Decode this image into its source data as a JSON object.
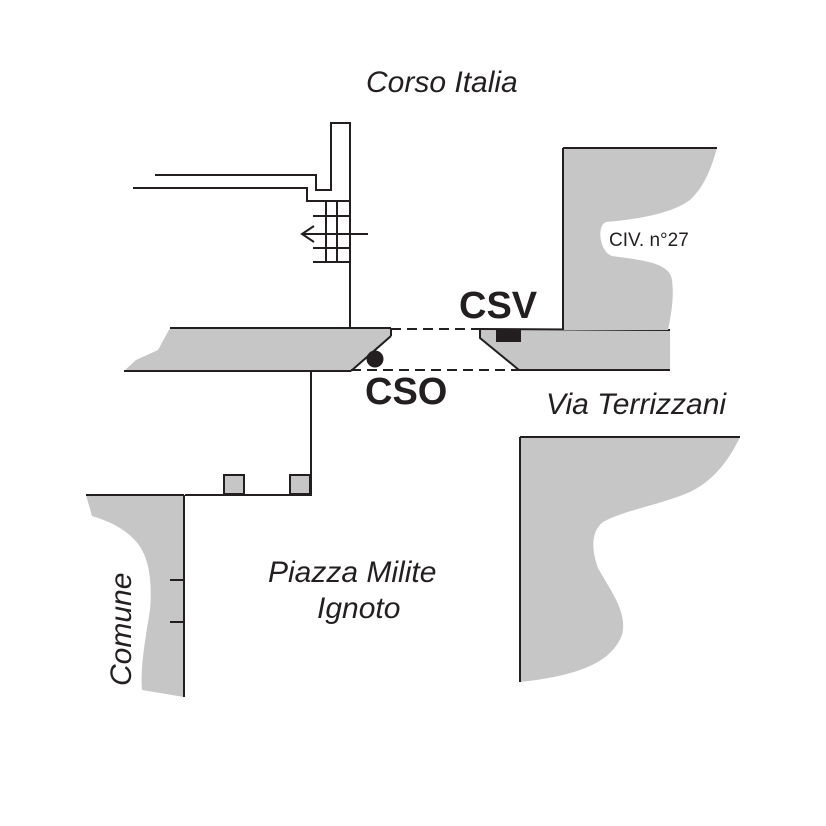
{
  "streets": {
    "corso_italia": "Corso Italia",
    "via_terrizzani": "Via Terrizzani",
    "piazza_line1": "Piazza Milite",
    "piazza_line2": "Ignoto",
    "comune": "Comune"
  },
  "labels": {
    "civic_number": "CIV. n°27",
    "csv": "CSV",
    "cso": "CSO"
  },
  "colors": {
    "building_fill": "#c6c6c6",
    "line": "#231f20",
    "background": "#ffffff"
  },
  "icons": {
    "entrance_arrow": "left-arrow-icon",
    "cso_marker": "filled-circle-marker",
    "csv_marker": "filled-rectangle-marker"
  }
}
